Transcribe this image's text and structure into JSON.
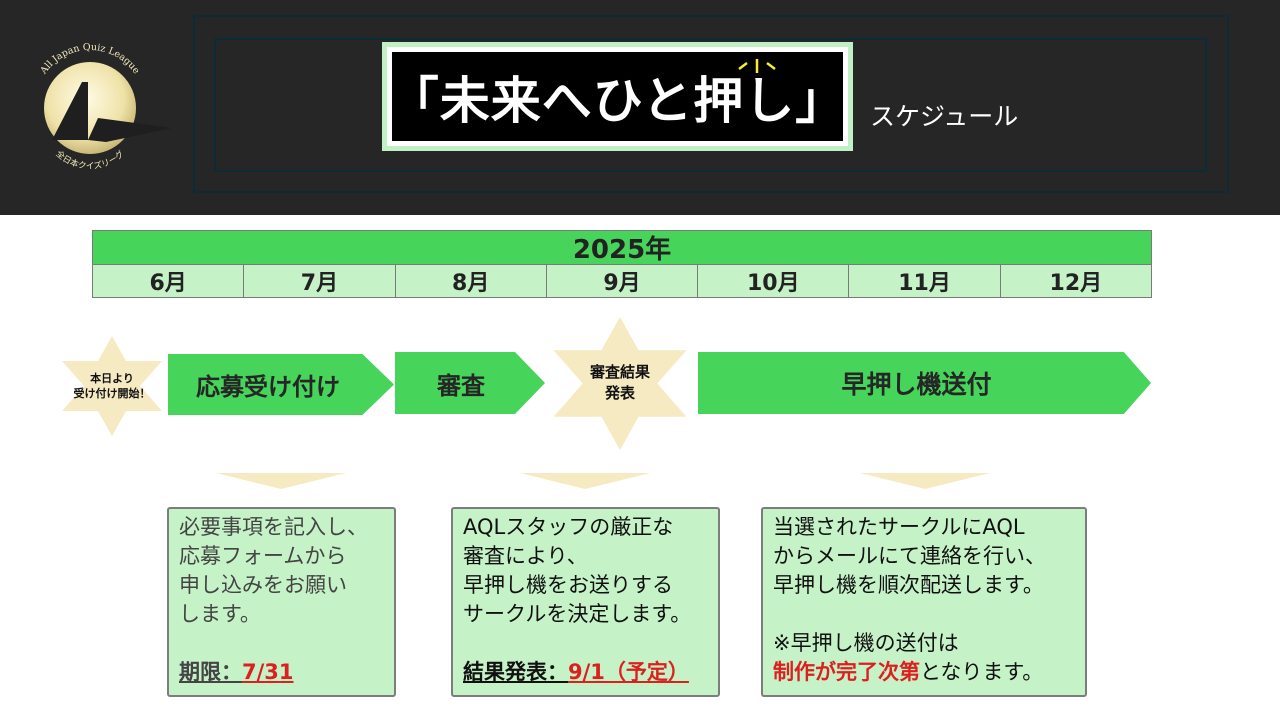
{
  "logo": {
    "arc_text_en": "All Japan Quiz League",
    "arc_text_jp": "全日本クイズリーグ"
  },
  "header": {
    "title": "「未来へひと押し」",
    "subtitle": "スケジュール"
  },
  "timeline": {
    "year": "2025年",
    "months": [
      "6月",
      "7月",
      "8月",
      "9月",
      "10月",
      "11月",
      "12月"
    ]
  },
  "stages": {
    "start_star": "本日より\n受け付け開始！",
    "application": "応募受け付け",
    "review": "審査",
    "result_star": "審査結果\n発表",
    "shipping": "早押し機送付"
  },
  "boxes": {
    "application": {
      "lines": [
        "必要事項を記入し、",
        "応募フォームから",
        "申し込みをお願い",
        "します。"
      ],
      "deadline_label": "期限：",
      "deadline_value": "7/31"
    },
    "review": {
      "lines": [
        "AQLスタッフの厳正な",
        "審査により、",
        "早押し機をお送りする",
        "サークルを決定します。"
      ],
      "result_label": "結果発表：",
      "result_value": "9/1（予定）"
    },
    "shipping": {
      "lines": [
        "当選されたサークルにAQL",
        "からメールにて連絡を行い、",
        "早押し機を順次配送します。"
      ],
      "note": "※早押し機の送付は",
      "note_emphasis": "制作が完了次第",
      "note_tail": "となります。"
    }
  },
  "colors": {
    "header_bg": "#262626",
    "green": "#46d45a",
    "light_green": "#c6f2c8",
    "star": "#f5eac2",
    "red": "#dd1f1f",
    "frame": "#0e2a36"
  }
}
